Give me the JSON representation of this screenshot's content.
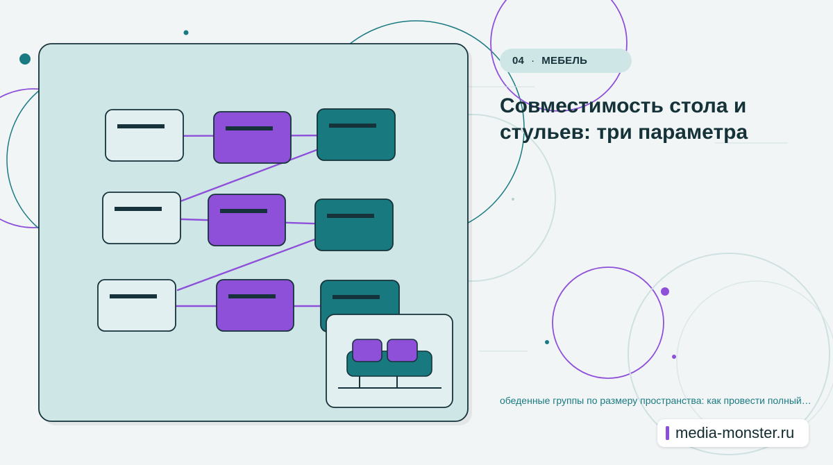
{
  "category": {
    "number": "04",
    "separator": "·",
    "label": "МЕБЕЛЬ"
  },
  "title": "Совместимость стола и стульев: три параметра",
  "subtitle": "обеденные группы по размеру пространства: как провести полный…",
  "brand": {
    "name": "media-monster.ru",
    "accent_color": "#8a4fd8"
  },
  "colors": {
    "background": "#f1f5f6",
    "panel": "#cfe6e7",
    "teal": "#187a7e",
    "purple": "#8e50d9",
    "ink": "#16323a"
  },
  "icons": {
    "illustration": "diagram-illustration",
    "furniture": "sofa-icon"
  }
}
